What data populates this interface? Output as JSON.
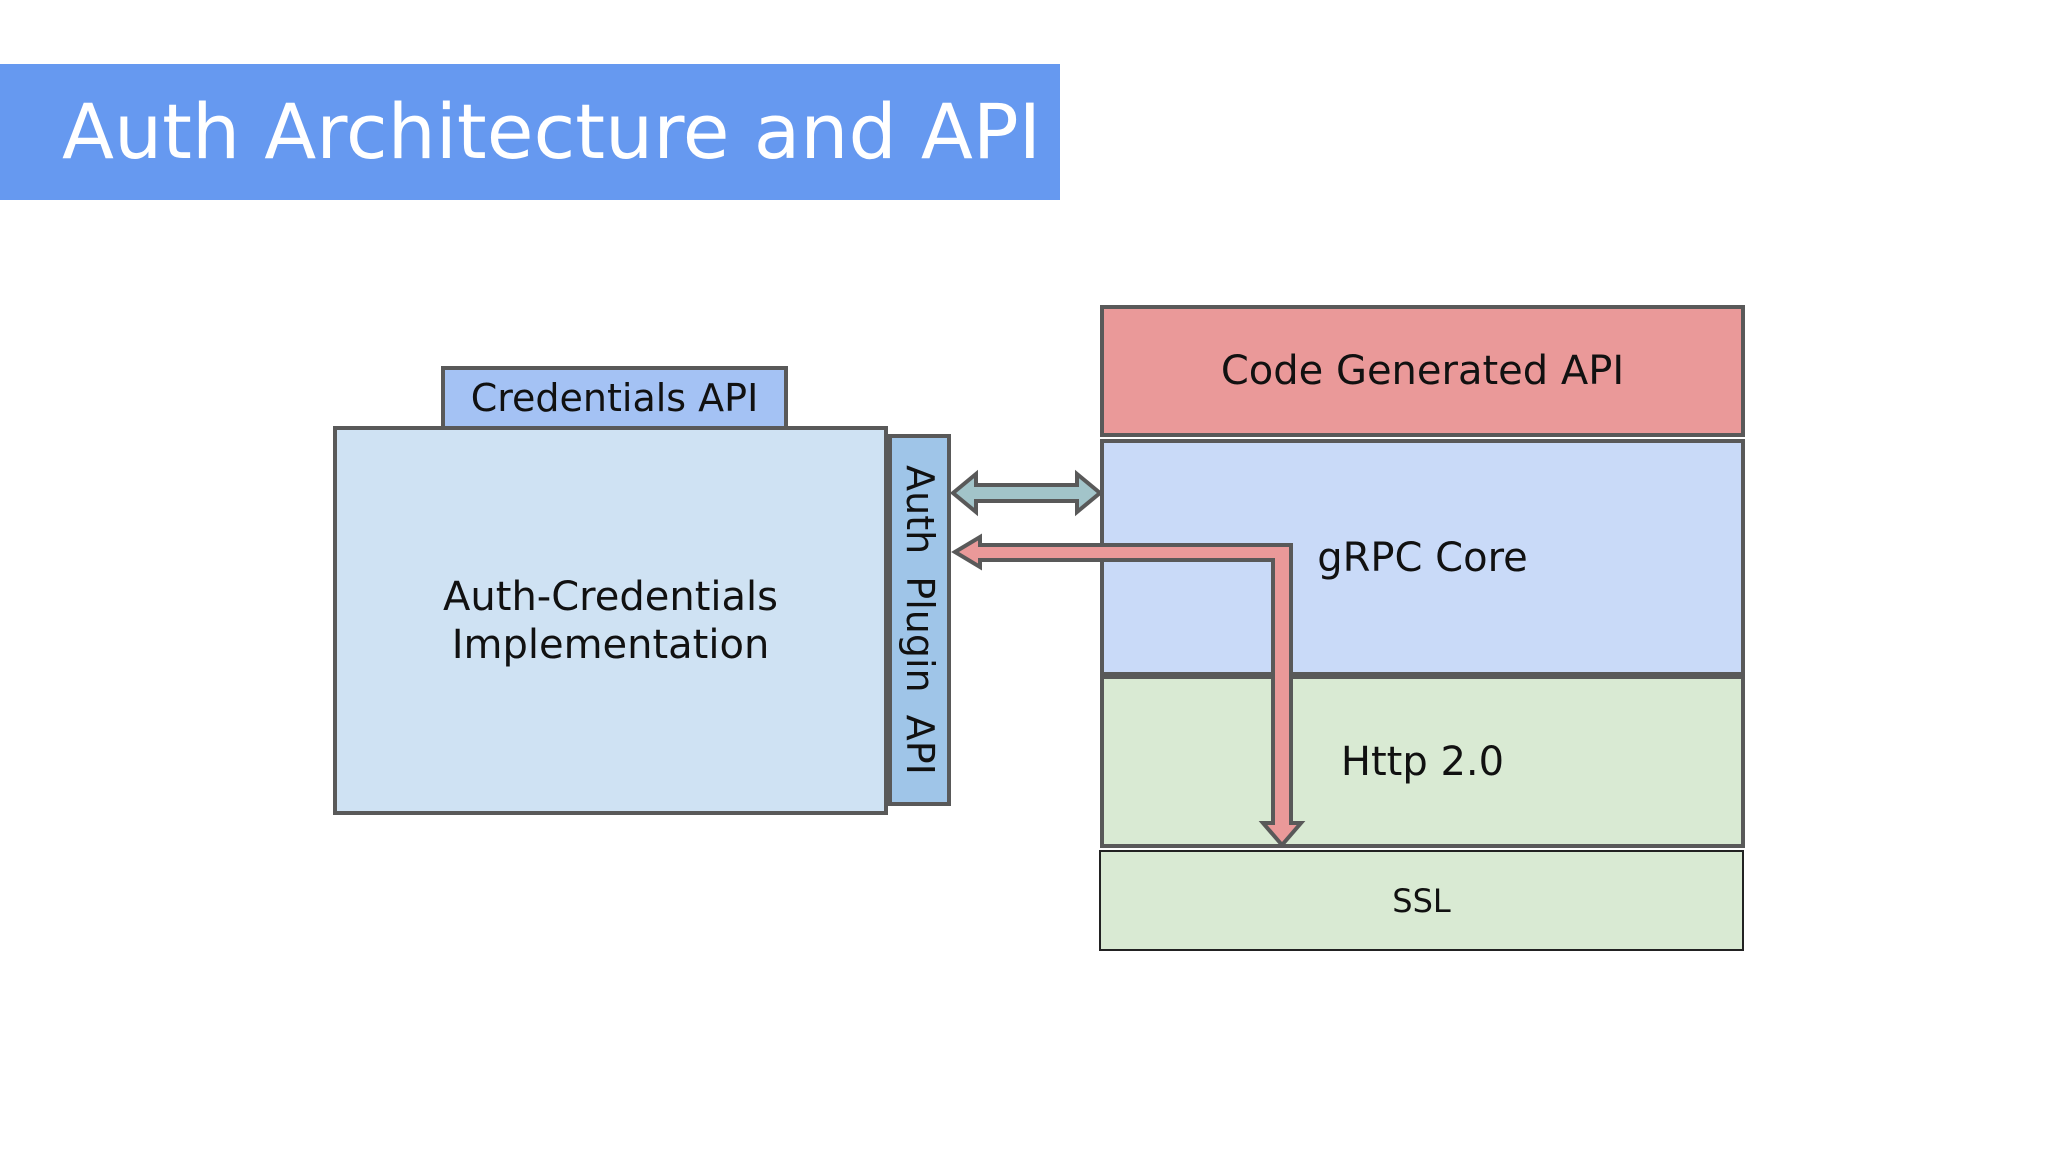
{
  "slide": {
    "title": "Auth Architecture and API"
  },
  "diagram": {
    "credentials_api": "Credentials API",
    "auth_credentials_impl_line1": "Auth-Credentials",
    "auth_credentials_impl_line2": "Implementation",
    "auth_plugin_api": "Auth Plugin API",
    "code_generated_api": "Code Generated API",
    "grpc_core": "gRPC Core",
    "http": "Http 2.0",
    "ssl": "SSL"
  },
  "colors": {
    "title_bar": "#6699f0",
    "credentials_api": "#a4c2f4",
    "implementation": "#cfe2f3",
    "plugin_api": "#9fc5e8",
    "code_generated_api": "#ea9999",
    "grpc_core": "#c9daf8",
    "http": "#d9ead3",
    "ssl": "#d9ead3",
    "double_arrow": "#a2c4c9",
    "red_arrow": "#ea9999"
  }
}
